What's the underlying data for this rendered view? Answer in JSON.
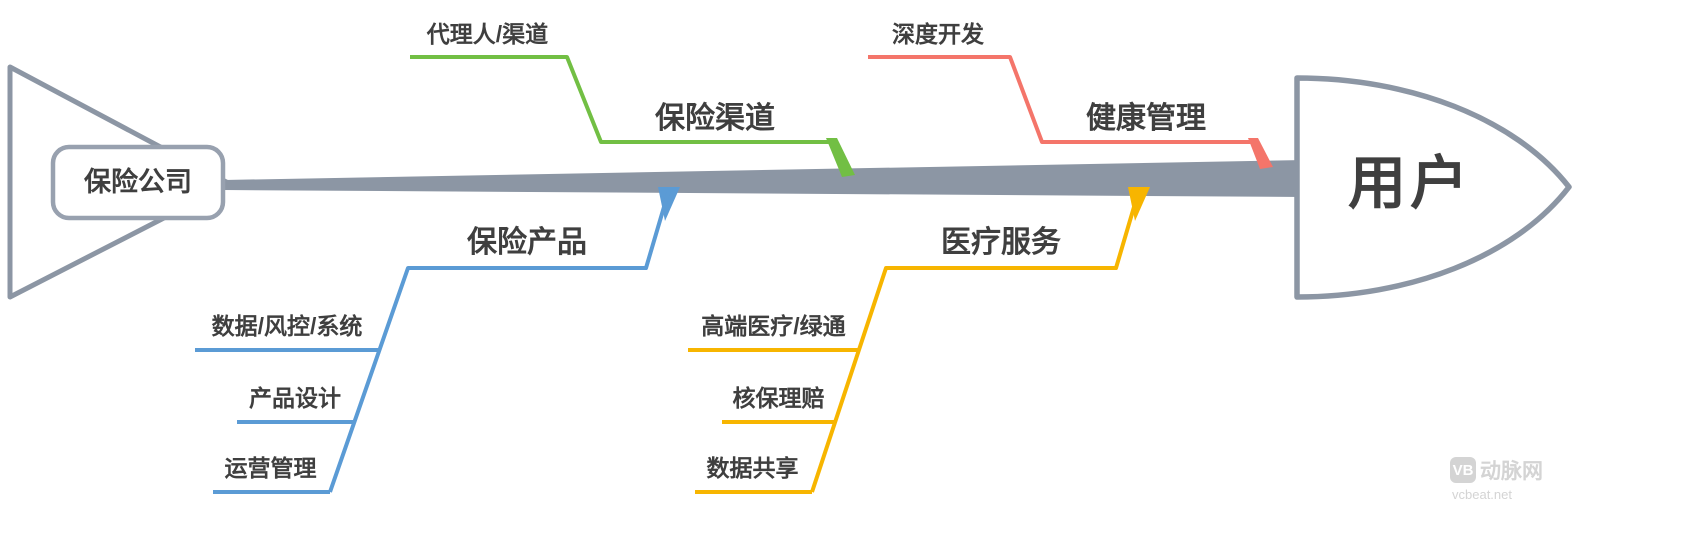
{
  "colors": {
    "spine": "#8c96a4",
    "outline": "#8c96a4",
    "text": "#3f3f3f",
    "watermark": "#d4d4d4"
  },
  "tail": {
    "label": "保险公司"
  },
  "head": {
    "label": "用户"
  },
  "branches": [
    {
      "label": "保险渠道",
      "color": "#72bf44",
      "position": "top-left",
      "subs": [
        "代理人/渠道"
      ]
    },
    {
      "label": "健康管理",
      "color": "#f4756a",
      "position": "top-right",
      "subs": [
        "深度开发"
      ]
    },
    {
      "label": "保险产品",
      "color": "#5b9bd5",
      "position": "bottom-left",
      "subs": [
        "数据/风控/系统",
        "产品设计",
        "运营管理"
      ]
    },
    {
      "label": "医疗服务",
      "color": "#f7b500",
      "position": "bottom-right",
      "subs": [
        "高端医疗/绿通",
        "核保理赔",
        "数据共享"
      ]
    }
  ],
  "watermark": {
    "logo": "VB",
    "name": "动脉网",
    "site": "vcbeat.net"
  }
}
